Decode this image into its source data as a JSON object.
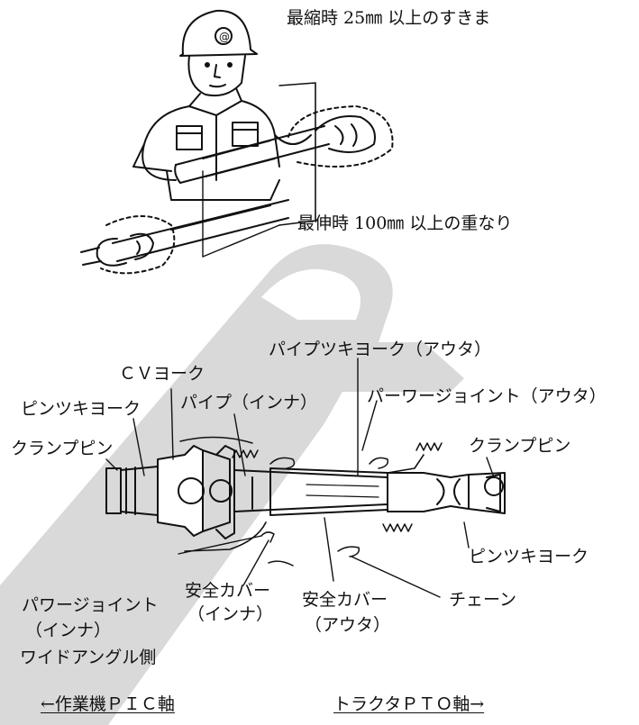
{
  "top": {
    "min_clearance": "最縮時 25㎜ 以上のすきま",
    "max_overlap": "最伸時 100㎜ 以上の重なり"
  },
  "labels": {
    "cv_yoke": "ＣＶヨーク",
    "pipe_yoke_outer": "パイプツキヨーク（アウタ）",
    "pin_yoke_left": "ピンツキヨーク",
    "pipe_inner": "パイプ（インナ）",
    "power_joint_outer": "パーワージョイント（アウタ）",
    "clamp_pin_left": "クランプピン",
    "clamp_pin_right": "クランプピン",
    "pin_yoke_right": "ピンツキヨーク",
    "power_joint_inner_1": "パワージョイント",
    "power_joint_inner_2": "（インナ）",
    "power_joint_inner_3": "ワイドアングル側",
    "safety_cover_inner_1": "安全カバー",
    "safety_cover_inner_2": "（インナ）",
    "safety_cover_outer_1": "安全カバー",
    "safety_cover_outer_2": "（アウタ）",
    "chain": "チェーン"
  },
  "footer": {
    "left_axis": "←作業機ＰＩＣ軸",
    "right_axis": "トラクタＰＴＯ軸→"
  },
  "colors": {
    "watermark": "#d9d9d9",
    "line": "#111111"
  }
}
